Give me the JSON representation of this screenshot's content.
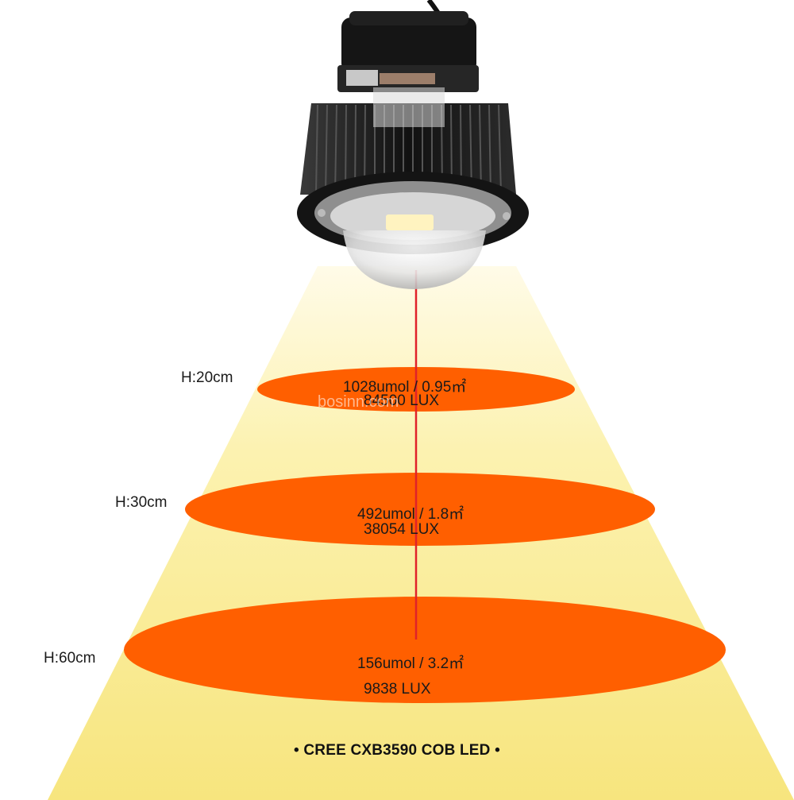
{
  "levels": [
    {
      "height": "H:20cm",
      "ppfd": "1028umol / 0.95㎡",
      "lux": "84500 LUX"
    },
    {
      "height": "H:30cm",
      "ppfd": "492umol / 1.8㎡",
      "lux": "38054 LUX"
    },
    {
      "height": "H:60cm",
      "ppfd": "156umol / 3.2㎡",
      "lux": "9838 LUX"
    }
  ],
  "caption": "• CREE CXB3590 COB LED •",
  "watermark": "bosinn.com",
  "colors": {
    "beam_top": "#fffbe6",
    "beam_bottom": "#f8e98a",
    "spot": "#ff5f00",
    "axis": "#e0222a",
    "housing": "#1c1c1c",
    "cob": "#fff3c0"
  },
  "icons": [
    "cob-grow-light-icon"
  ]
}
